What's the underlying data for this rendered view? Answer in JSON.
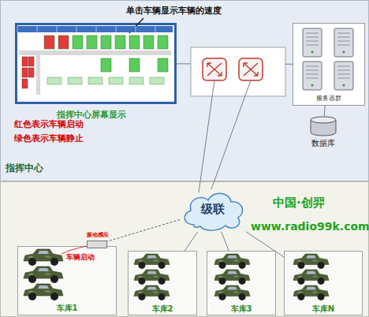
{
  "diagram": {
    "nodes": [
      {
        "text": [
          "指挥中心"
        ]
      },
      {
        "text": [
          "指挥中心屏幕显示"
        ],
        "in": 0
      },
      {
        "text": [
          "服务器群"
        ],
        "in": 0
      },
      {
        "text": [
          "数据库"
        ],
        "in": 0
      },
      {
        "text": [
          "级联"
        ]
      },
      {
        "text": [
          "车库1"
        ]
      },
      {
        "text": [
          "车库2"
        ]
      },
      {
        "text": [
          "车库3"
        ]
      },
      {
        "text": [
          "车库N"
        ]
      },
      {
        "text": [
          "振动感应"
        ]
      }
    ],
    "edges": [
      {
        "from": 1,
        "to": 2,
        "arrow": "none"
      },
      {
        "from": 2,
        "to": 3,
        "arrow": "none"
      },
      {
        "from": 4,
        "to": 9,
        "arrow": "none"
      },
      {
        "from": 4,
        "to": 6,
        "arrow": "none"
      },
      {
        "from": 4,
        "to": 7,
        "arrow": "none"
      },
      {
        "from": 4,
        "to": 8,
        "arrow": "none"
      }
    ],
    "labels": [
      "单击车辆显示车辆的速度",
      "红色表示车辆启动",
      "绿色表示车辆静止",
      "中国·创羿",
      "www.radio99k.com",
      "车辆启动"
    ]
  }
}
